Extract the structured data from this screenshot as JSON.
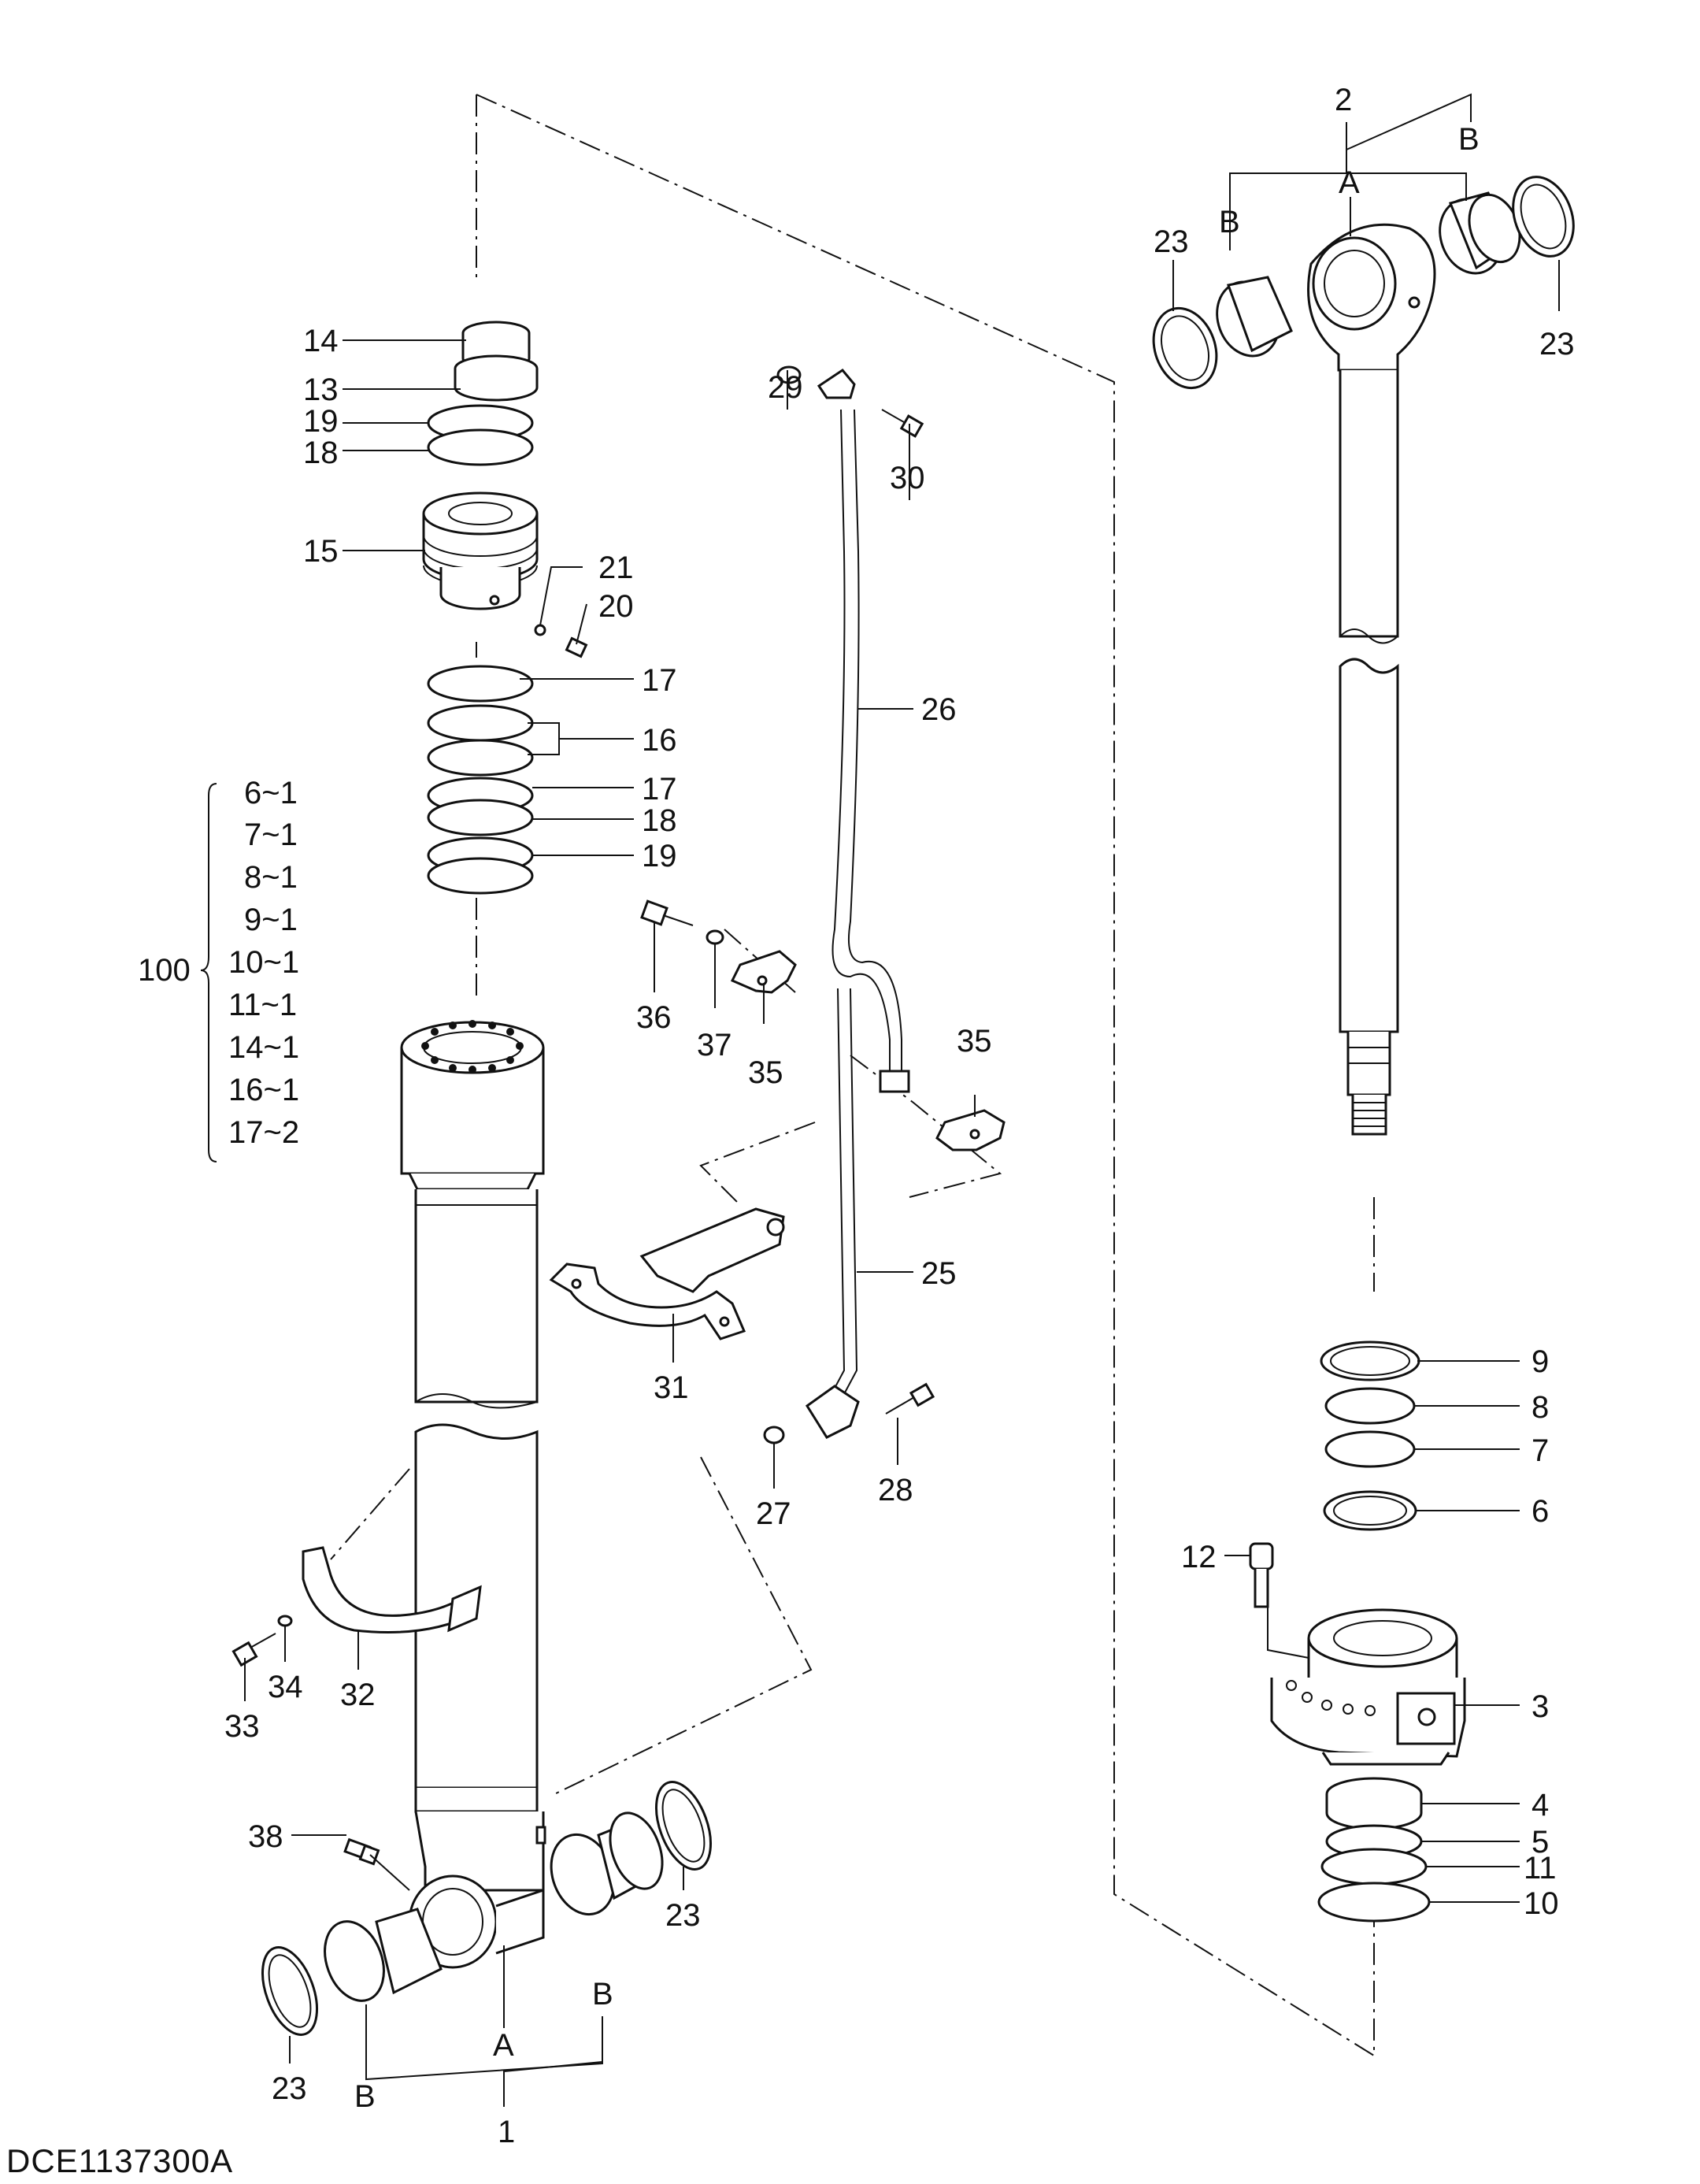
{
  "drawing_code": "DCE1137300A",
  "callouts": {
    "c1": "1",
    "c2": "2",
    "c3": "3",
    "c4": "4",
    "c5": "5",
    "c6": "6",
    "c7": "7",
    "c8": "8",
    "c9": "9",
    "c10": "10",
    "c11": "11",
    "c12": "12",
    "c13": "13",
    "c14": "14",
    "c15": "15",
    "c16": "16",
    "c17a": "17",
    "c17b": "17",
    "c18a": "18",
    "c18b": "18",
    "c19a": "19",
    "c19b": "19",
    "c20": "20",
    "c21": "21",
    "c23a": "23",
    "c23b": "23",
    "c23c": "23",
    "c23d": "23",
    "c25": "25",
    "c26": "26",
    "c27": "27",
    "c28": "28",
    "c29": "29",
    "c30": "30",
    "c31": "31",
    "c32": "32",
    "c33": "33",
    "c34": "34",
    "c35a": "35",
    "c35b": "35",
    "c36": "36",
    "c37": "37",
    "c38": "38",
    "A_top": "A",
    "B_top_left": "B",
    "B_top_right": "B",
    "A_bottom": "A",
    "B_bottom_left": "B",
    "B_bottom_right": "B"
  },
  "kit": {
    "number": "100",
    "items": [
      "6~1",
      "7~1",
      "8~1",
      "9~1",
      "10~1",
      "11~1",
      "14~1",
      "16~1",
      "17~2"
    ]
  }
}
